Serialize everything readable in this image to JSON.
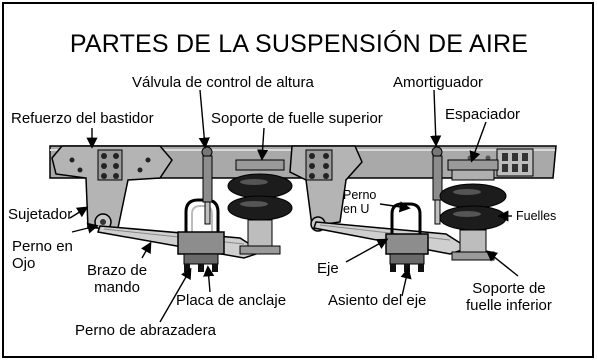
{
  "title": "PARTES DE LA SUSPENSIÓN DE AIRE",
  "labels": {
    "valvula": "Válvula de control de altura",
    "amortiguador": "Amortiguador",
    "refuerzo": "Refuerzo del bastidor",
    "soporte_superior": "Soporte de fuelle superior",
    "espaciador": "Espaciador",
    "perno_u": "Perno\nen U",
    "fuelles": "Fuelles",
    "sujetador": "Sujetador",
    "perno_ojo": "Perno en\nOjo",
    "brazo": "Brazo de\nmando",
    "eje": "Eje",
    "placa": "Placa de anclaje",
    "asiento": "Asiento del eje",
    "soporte_inferior": "Soporte de\nfuelle inferior",
    "perno_abrazadera": "Perno de abrazadera"
  },
  "colors": {
    "frame_rail": "#a9a9a9",
    "metal_dark": "#3a3a3a",
    "bellows": "#1c1c1c",
    "shock": "#8c8c8c"
  }
}
